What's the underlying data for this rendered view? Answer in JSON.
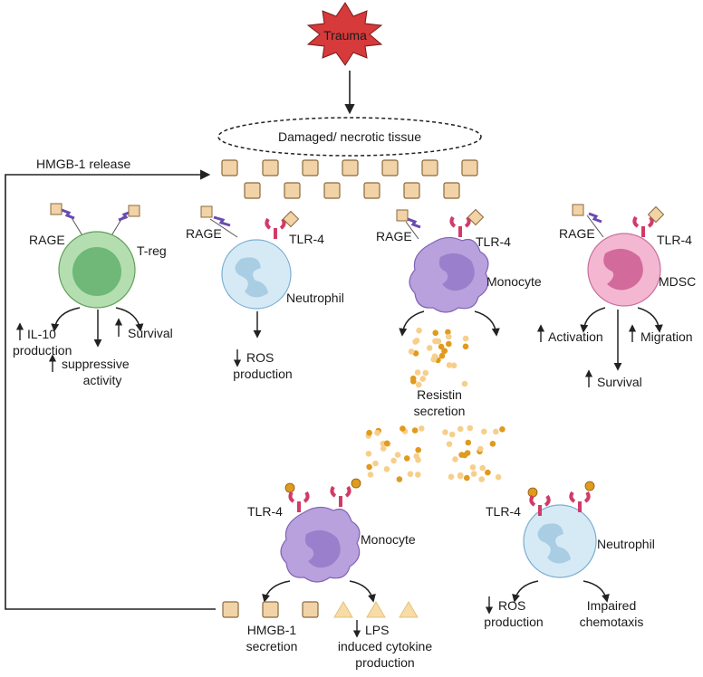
{
  "trigger": {
    "label": "Trauma"
  },
  "tissue": {
    "label": "Damaged/ necrotic tissue"
  },
  "release": {
    "label": "HMGB-1 release"
  },
  "receptors": {
    "rage": "RAGE",
    "tlr4": "TLR-4"
  },
  "treg": {
    "name": "T-reg",
    "effects": {
      "il10_line1": "IL-10",
      "il10_line2": "production",
      "survival": "Survival",
      "supp_line1": "suppressive",
      "supp_line2": "activity"
    }
  },
  "neutrophil_top": {
    "name": "Neutrophil",
    "effects": {
      "ros_line1": "ROS",
      "ros_line2": "production"
    }
  },
  "monocyte_top": {
    "name": "Monocyte",
    "effects": {
      "resistin_line1": "Resistin",
      "resistin_line2": "secretion"
    }
  },
  "mdsc": {
    "name": "MDSC",
    "effects": {
      "activation": "Activation",
      "migration": "Migration",
      "survival": "Survival"
    }
  },
  "monocyte_bottom": {
    "name": "Monocyte",
    "effects": {
      "hmgb1_line1": "HMGB-1",
      "hmgb1_line2": "secretion",
      "lps_line1": "LPS",
      "lps_line2": "induced cytokine",
      "lps_line3": "production"
    }
  },
  "neutrophil_bottom": {
    "name": "Neutrophil",
    "effects": {
      "ros_line1": "ROS",
      "ros_line2": "production",
      "chemo_line1": "Impaired",
      "chemo_line2": "chemotaxis"
    }
  },
  "colors": {
    "trauma": "#d63a3a",
    "hmgb1": "#f2d3a7",
    "treg": "#9fd39f",
    "neutrophil": "#d6eaf6",
    "monocyte": "#b9a1de",
    "mdsc": "#f0a3c4",
    "receptor": "#d23a68",
    "resistin_dark": "#e09a1e",
    "resistin_light": "#f6cf8b"
  }
}
